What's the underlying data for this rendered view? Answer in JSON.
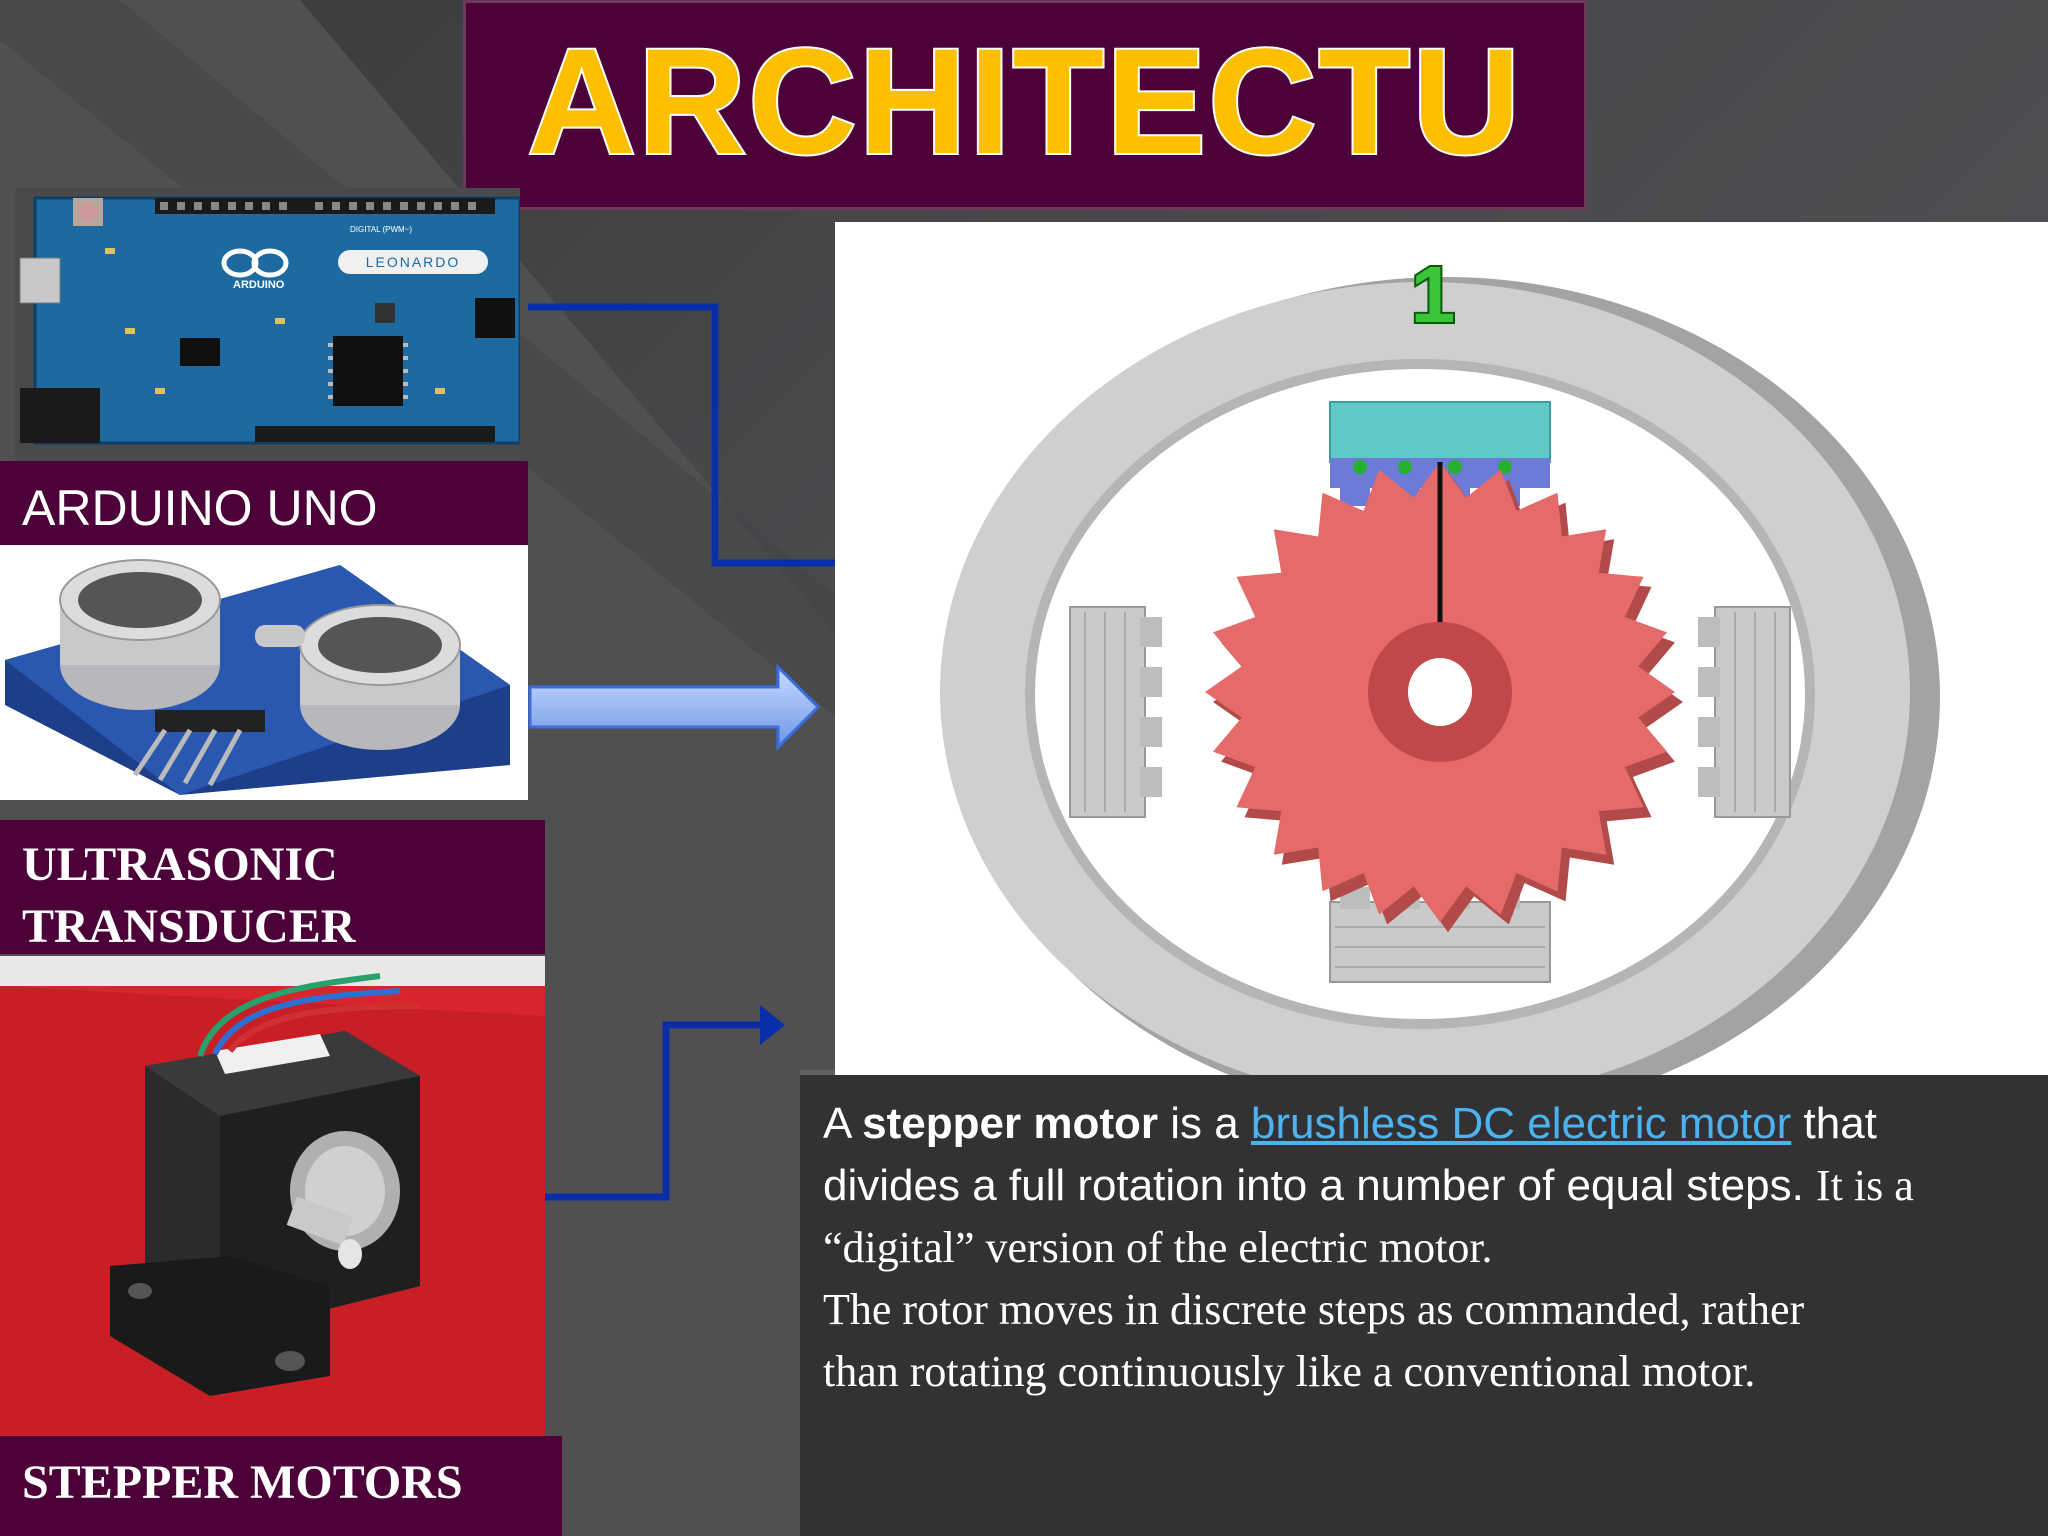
{
  "title": "ARCHITECTU",
  "labels": {
    "arduino": "ARDUINO UNO",
    "ultrasonic_line1": "ULTRASONIC",
    "ultrasonic_line2": "TRANSDUCER",
    "stepper": "STEPPER MOTORS"
  },
  "board": {
    "brand": "ARDUINO",
    "model": "LEONARDO",
    "header_label": "DIGITAL (PWM~)"
  },
  "diagram": {
    "step_number": "1"
  },
  "description": {
    "p1_a": "A ",
    "p1_bold": "stepper motor",
    "p1_b": "  is a ",
    "p1_link": "brushless DC electric motor",
    "p1_c": " that",
    "p2_sans": "divides a full rotation into a number of equal steps.  ",
    "p2_serif": " It is a",
    "p3": "“digital” version of the electric  motor.",
    "p4": "The rotor moves in discrete steps as  commanded, rather",
    "p5": "than rotating continuously  like a conventional motor."
  },
  "colors": {
    "title_bg": "#4c0238",
    "title_text": "#fcc000",
    "link": "#4db3f0",
    "connector": "#0a2ea8"
  }
}
